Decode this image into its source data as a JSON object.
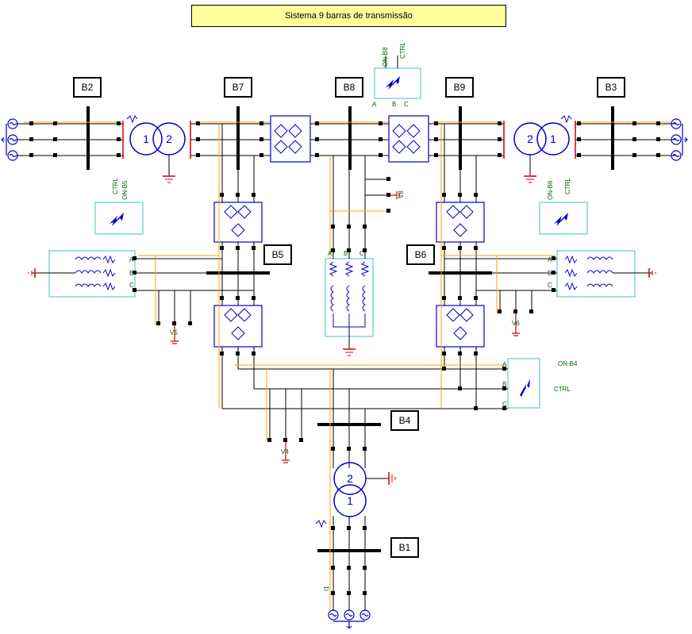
{
  "title": "Sistema 9 barras de transmissão",
  "buses": {
    "b1": "B1",
    "b2": "B2",
    "b3": "B3",
    "b4": "B4",
    "b5": "B5",
    "b6": "B6",
    "b7": "B7",
    "b8": "B8",
    "b9": "B9"
  },
  "transformers": {
    "t1_primary": "1",
    "t1_secondary": "2",
    "t2_primary": "2",
    "t2_secondary": "1",
    "t3_primary": "1",
    "t3_secondary": "2"
  },
  "control_labels": {
    "on_b5": "ON-B5",
    "ctrl_b5": "CTRL",
    "on_b8": "ON-B8",
    "ctrl_b8": "CTRL",
    "on_b6": "ON-B6",
    "ctrl_b6": "CTRL",
    "on_b4": "ON-B4",
    "ctrl_b4": "CTRL"
  },
  "meters": {
    "v5": "V5",
    "v4": "V4",
    "v6": "V6",
    "v8": "V8",
    "i1": "I1"
  },
  "phases": {
    "a": "A",
    "b": "B",
    "c": "C"
  },
  "colors": {
    "title_bg": "#ffff99",
    "wire_phase": "#000000",
    "wire_control": "#ffa500",
    "terminal": "#cc0000",
    "device_blue": "#0000cc",
    "box_border": "#66cccc",
    "label_green": "#008000"
  }
}
